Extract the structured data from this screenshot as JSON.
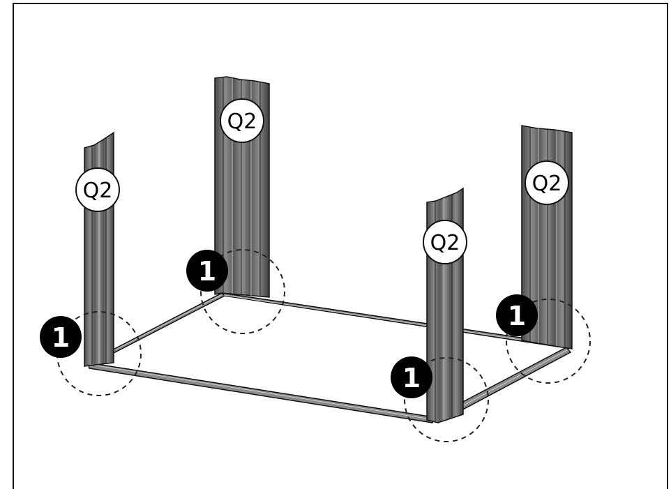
{
  "diagram": {
    "post_label": "Q2",
    "step_marker": "1",
    "colors": {
      "frame": "#111111",
      "post_fill": "#6e6e6e",
      "post_dark": "#3a3a3a",
      "post_light": "#9a9a9a",
      "rail_fill": "#8a8a8a",
      "marker_fill": "#000000",
      "label_fill": "#ffffff",
      "dash_circle": "#222222"
    },
    "posts": [
      {
        "name": "post-back-left",
        "label": "Q2"
      },
      {
        "name": "post-back-center",
        "label": "Q2"
      },
      {
        "name": "post-front-right",
        "label": "Q2"
      },
      {
        "name": "post-back-right",
        "label": "Q2"
      }
    ],
    "joints": [
      {
        "name": "joint-front-left",
        "marker": "1"
      },
      {
        "name": "joint-back-center",
        "marker": "1"
      },
      {
        "name": "joint-front-right",
        "marker": "1"
      },
      {
        "name": "joint-back-right",
        "marker": "1"
      }
    ]
  }
}
